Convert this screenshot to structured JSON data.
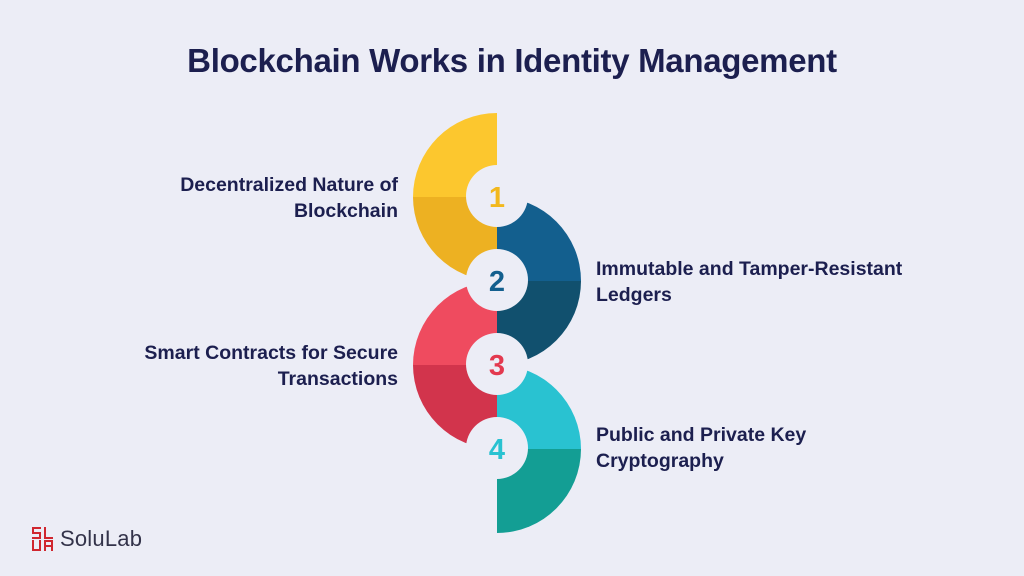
{
  "title": "Blockchain Works in Identity Management",
  "steps": [
    {
      "number": "1",
      "label_line1": "Decentralized Nature of",
      "label_line2": "Blockchain",
      "color_light": "#fcc72e",
      "color_dark": "#edb122"
    },
    {
      "number": "2",
      "label_line1": "Immutable and Tamper-Resistant",
      "label_line2": "Ledgers",
      "color_light": "#135f8e",
      "color_dark": "#11506e"
    },
    {
      "number": "3",
      "label_line1": "Smart Contracts for Secure",
      "label_line2": "Transactions",
      "color_light": "#ef4b5f",
      "color_dark": "#d2344c"
    },
    {
      "number": "4",
      "label_line1": "Public and Private Key",
      "label_line2": "Cryptography",
      "color_light": "#29c2d1",
      "color_dark": "#139e94"
    }
  ],
  "logo": {
    "text": "SoluLab",
    "icon": "solulab-logo-icon",
    "color": "#d0262f"
  }
}
